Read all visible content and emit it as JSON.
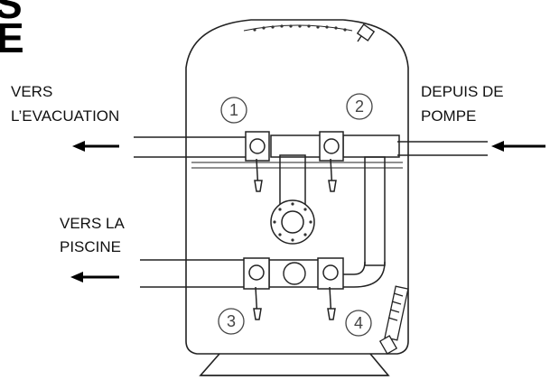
{
  "heading": {
    "line1": "S",
    "line2": "E"
  },
  "labels": {
    "outlet_top": [
      "VERS",
      "L’EVACUATION"
    ],
    "inlet": [
      "DEPUIS DE",
      "POMPE"
    ],
    "outlet_bottom": [
      "VERS LA",
      "PISCINE"
    ]
  },
  "valves": [
    "1",
    "2",
    "3",
    "4"
  ],
  "colors": {
    "line": "#111111",
    "accent": "#000000"
  }
}
